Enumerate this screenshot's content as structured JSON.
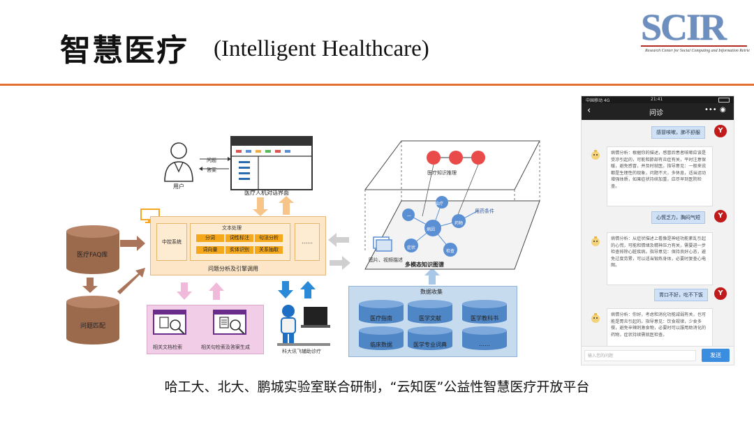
{
  "header": {
    "title_cn": "智慧医疗",
    "title_en": "(Intelligent Healthcare)",
    "logo_text": "SCIR",
    "logo_subtitle": "Research Center for Social Computing and Information Retrieval"
  },
  "diagram": {
    "user_label": "用户",
    "ask_label": "问题",
    "answer_label": "答案",
    "dialog_interface_label": "医疗人机对话界面",
    "faq_db_label": "医疗FAQ库",
    "question_match_label": "问题匹配",
    "mid_system_label": "中控系统",
    "text_processing_title": "文本处理",
    "text_processing_chips": [
      "分词",
      "词性标注",
      "句法分析",
      "词向量",
      "实体识别",
      "关系抽取"
    ],
    "dots_label": "……",
    "process_caption": "问题分析及引擎调用",
    "doc_search_label": "相关文档检索",
    "sentence_search_label": "相关句检索及答案生成",
    "robot_label": "科大讯飞辅助诊疗",
    "data_collection_title": "数据收集",
    "data_sources": [
      "医疗指南",
      "医学文献",
      "医学教科书",
      "临床数据",
      "医学专业词典",
      "……"
    ],
    "kg_reasoning_label": "医疗知识推理",
    "kg_graph_label": "多模态知识图谱",
    "kg_image_label": "图片、视频描述",
    "kg_nodes": [
      "治疗",
      "病因",
      "症状",
      "检查",
      "一",
      "药物",
      "用药条件"
    ]
  },
  "phone": {
    "status_left": "中国移动  4G",
    "status_time": "21:41",
    "nav_title": "问诊",
    "messages": [
      {
        "role": "user",
        "text": "感冒咳嗽，肺不舒服"
      },
      {
        "role": "bot",
        "text": "病情分析：根据你的描述，感冒后患者咳嗽应该是受凉引起的，可能和肺部有炎症有关，平时注意保暖，避免感冒，并及时就医。指导意见：一般来说都是生理性的现象，问题不大，多休息，适当运动增强体质，如果症状持续加重，应尽早到医院检查。"
      },
      {
        "role": "user",
        "text": "心慌乏力，胸闷气短"
      },
      {
        "role": "bot",
        "text": "病情分析：从症状描述上看像是神经功能紊乱引起的心慌，可能和情绪及精神压力有关，需要进一步检查排除心脏疾病。指导意见：保持良好心态，避免过度劳累，可以适当锻炼身体，必要时复查心电图。"
      },
      {
        "role": "user",
        "text": "胃口不好，吃不下饭"
      },
      {
        "role": "bot",
        "text": "病情分析：你好，考虑和消化功能减弱有关，也可能是胃炎引起的。指导意见：饮食规律，少食多餐，避免辛辣刺激食物，必要时可以服用助消化的药物，症状持续需就医检查。"
      }
    ],
    "input_placeholder": "输入您的问题",
    "send_label": "发送",
    "user_avatar_letter": "Y"
  },
  "caption": "哈工大、北大、鹏城实验室联合研制，“云知医”公益性智慧医疗开放平台",
  "colors": {
    "rule": "#e46f2f",
    "process_bg": "#fde6c8",
    "chip": "#f6a81c",
    "cylinder": "#9b6a4d",
    "pink": "#f2cde8",
    "data_bg": "#c7dbef",
    "data_cyl": "#4f86c6",
    "kg_node_red": "#e94b4b",
    "kg_node_blue": "#5b8fd4",
    "user_bubble": "#cfe1f6",
    "avatar": "#c01a1a"
  }
}
